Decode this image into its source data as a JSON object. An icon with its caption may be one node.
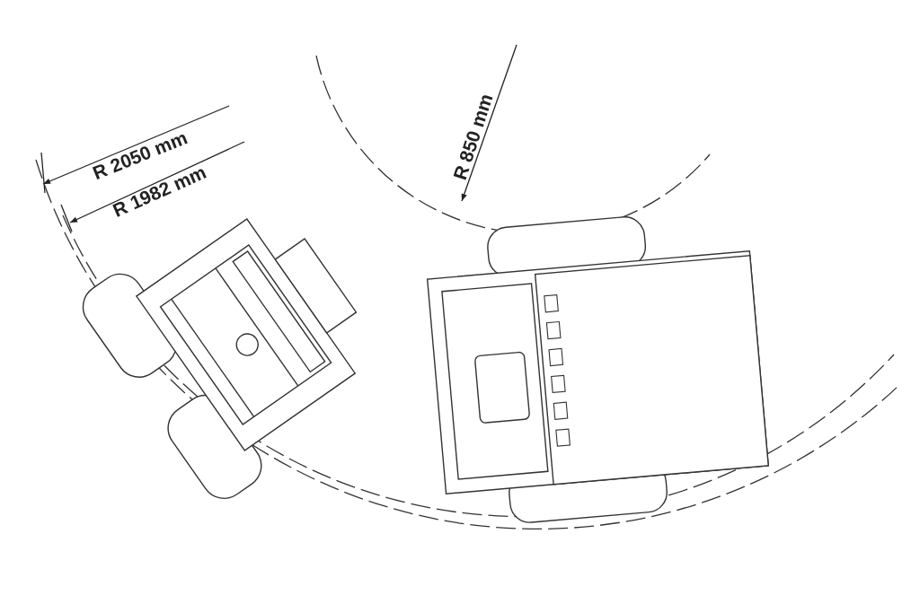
{
  "diagram": {
    "labels": [
      "R 2050 mm",
      "R 1982 mm",
      "R 850 mm"
    ]
  }
}
